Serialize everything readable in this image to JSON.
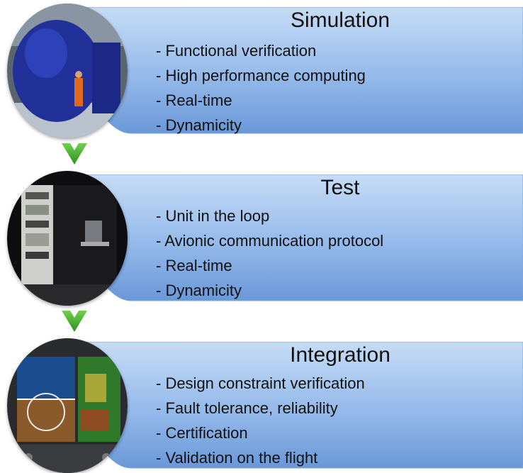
{
  "colors": {
    "panel_light": "#b9d3f2",
    "panel_dark": "#6a98d8",
    "arrow_green": "#3aa82a"
  },
  "stages": [
    {
      "title": "Simulation",
      "items": [
        "- Functional verification",
        "- High performance computing",
        "- Real-time",
        "- Dynamicity"
      ],
      "photo": "flight-simulator-dome-photo"
    },
    {
      "title": "Test",
      "items": [
        "- Unit in the loop",
        "- Avionic communication protocol",
        "- Real-time",
        "- Dynamicity"
      ],
      "photo": "test-bench-photo"
    },
    {
      "title": "Integration",
      "items": [
        "- Design constraint verification",
        "- Fault tolerance, reliability",
        "- Certification",
        "- Validation on the flight"
      ],
      "photo": "cockpit-display-photo"
    }
  ],
  "arrows": [
    "down-chevron-icon",
    "down-chevron-icon"
  ]
}
